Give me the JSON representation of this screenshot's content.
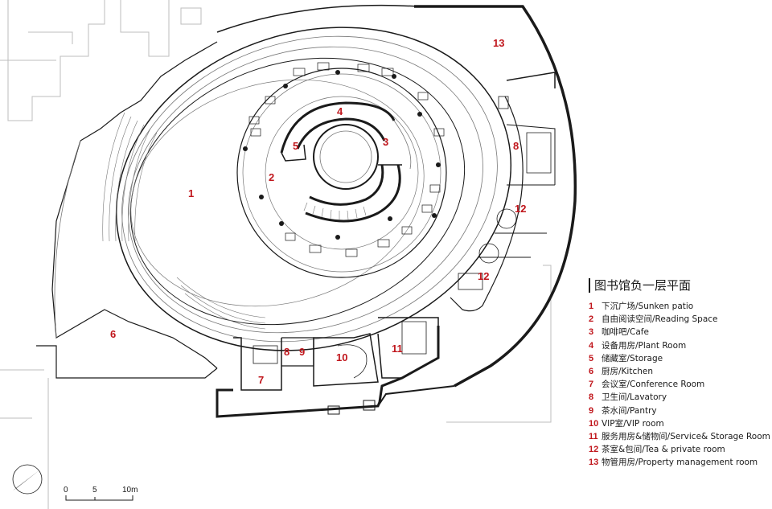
{
  "legend": {
    "title": "图书馆负一层平面",
    "items": [
      {
        "num": "1",
        "label": "下沉广场/Sunken patio"
      },
      {
        "num": "2",
        "label": "自由阅读空间/Reading Space"
      },
      {
        "num": "3",
        "label": "咖啡吧/Cafe"
      },
      {
        "num": "4",
        "label": "设备用房/Plant Room"
      },
      {
        "num": "5",
        "label": "储藏室/Storage"
      },
      {
        "num": "6",
        "label": "厨房/Kitchen"
      },
      {
        "num": "7",
        "label": "会议室/Conference Room"
      },
      {
        "num": "8",
        "label": "卫生间/Lavatory"
      },
      {
        "num": "9",
        "label": "茶水间/Pantry"
      },
      {
        "num": "10",
        "label": "VIP室/VIP room"
      },
      {
        "num": "11",
        "label": "服务用房&储物间/Service& Storage Room"
      },
      {
        "num": "12",
        "label": "茶室&包间/Tea & private room"
      },
      {
        "num": "13",
        "label": "物管用房/Property management room"
      }
    ]
  },
  "room_labels": [
    "1",
    "2",
    "3",
    "4",
    "5",
    "6",
    "7",
    "8",
    "9",
    "10",
    "11",
    "12",
    "12",
    "13",
    "8"
  ],
  "scale": {
    "ticks": [
      "0",
      "5",
      "10m"
    ]
  },
  "colors": {
    "label": "#c0161c",
    "line": "#1a1a1a",
    "thin": "#777777",
    "context": "#bdbdbd"
  }
}
